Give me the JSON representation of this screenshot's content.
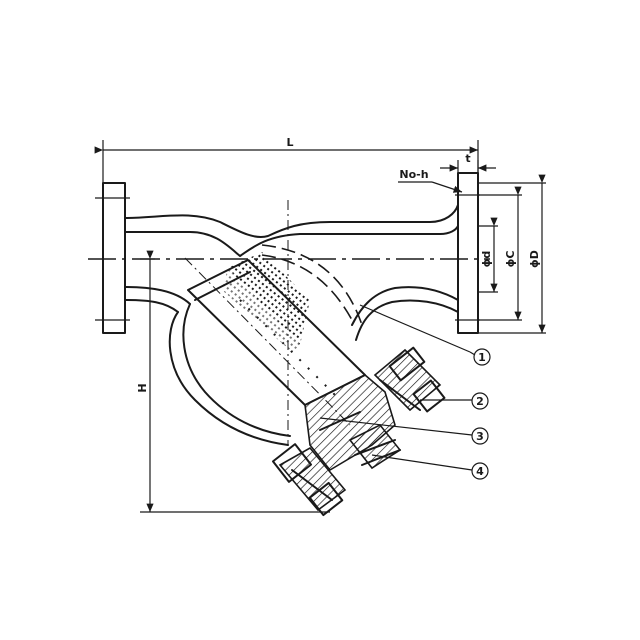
{
  "dimensions": {
    "length": "L",
    "height": "H",
    "thickness": "t",
    "bolt_holes": "No-h",
    "bore_diameter": "ϕd",
    "bolt_circle_diameter": "ϕC",
    "flange_diameter": "ϕD"
  },
  "callouts": [
    "1",
    "2",
    "3",
    "4"
  ],
  "colors": {
    "line": "#1a1a1a",
    "background": "#ffffff"
  }
}
